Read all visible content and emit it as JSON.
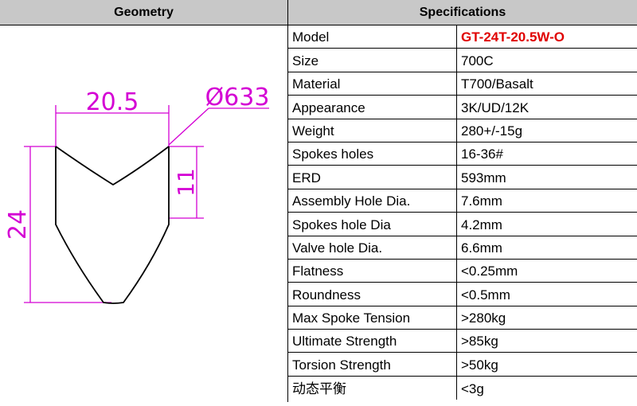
{
  "headers": {
    "geometry": "Geometry",
    "specifications": "Specifications"
  },
  "geometry": {
    "width_label": "20.5",
    "diameter_label": "Ø633",
    "inner_depth_label": "11",
    "height_label": "24",
    "dimension_color": "#d400d4",
    "profile_color": "#000000"
  },
  "specs": [
    {
      "key": "Model",
      "value": "GT-24T-20.5W-O",
      "accent": true
    },
    {
      "key": "Size",
      "value": "700C"
    },
    {
      "key": "Material",
      "value": "T700/Basalt"
    },
    {
      "key": "Appearance",
      "value": "3K/UD/12K"
    },
    {
      "key": "Weight",
      "value": "280+/-15g"
    },
    {
      "key": "Spokes holes",
      "value": "16-36#"
    },
    {
      "key": "ERD",
      "value": "593mm"
    },
    {
      "key": "Assembly Hole Dia.",
      "value": "7.6mm"
    },
    {
      "key": "Spokes hole Dia",
      "value": "4.2mm"
    },
    {
      "key": "Valve hole Dia.",
      "value": "6.6mm"
    },
    {
      "key": "Flatness",
      "value": "<0.25mm"
    },
    {
      "key": "Roundness",
      "value": "<0.5mm"
    },
    {
      "key": "Max Spoke Tension",
      "value": ">280kg"
    },
    {
      "key": "Ultimate Strength",
      "value": ">85kg"
    },
    {
      "key": "Torsion Strength",
      "value": ">50kg"
    },
    {
      "key": "动态平衡",
      "value": "<3g"
    }
  ],
  "colors": {
    "header_bg": "#c8c8c8",
    "accent": "#e00000"
  }
}
